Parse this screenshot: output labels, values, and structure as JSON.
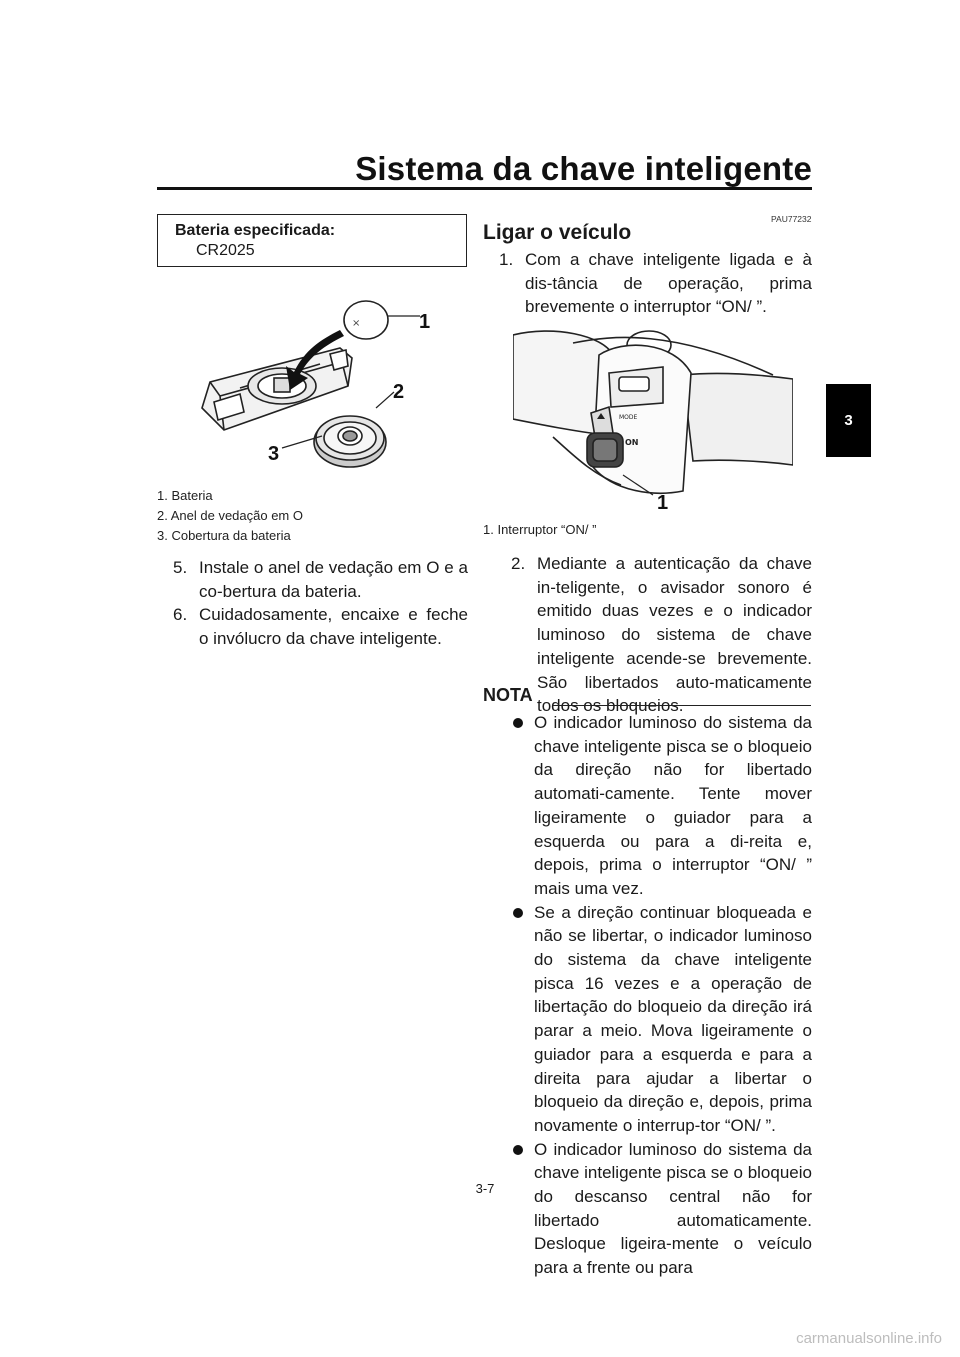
{
  "header": {
    "title": "Sistema da chave inteligente",
    "chapter_tab": "3"
  },
  "spec_box": {
    "label": "Bateria especificada:",
    "value": "CR2025"
  },
  "figure1": {
    "callouts": [
      "1",
      "2",
      "3"
    ],
    "captions": [
      "1.  Bateria",
      "2.  Anel de vedação em O",
      "3.  Cobertura da bateria"
    ]
  },
  "left_steps": [
    {
      "num": "5.",
      "text": "Instale o anel de vedação em O e a co-bertura da bateria."
    },
    {
      "num": "6.",
      "text": "Cuidadosamente, encaixe e feche o invólucro da chave inteligente."
    }
  ],
  "section": {
    "code": "PAU77232",
    "title": "Ligar o veículo",
    "step1": {
      "num": "1.",
      "text": "Com a chave inteligente ligada e à dis-tância de operação, prima brevemente o interruptor “ON/     ”."
    },
    "figure2": {
      "callout": "1",
      "caption": "1.  Interruptor “ON/     ”",
      "switch_labels": {
        "mode": "MODE",
        "on": "ON"
      }
    },
    "step2": {
      "num": "2.",
      "text": "Mediante a autenticação da chave in-teligente, o avisador sonoro é emitido duas vezes e o indicador luminoso do sistema de chave inteligente acende-se brevemente. São libertados auto-maticamente todos os bloqueios."
    }
  },
  "note": {
    "heading": "NOTA",
    "items": [
      "O indicador luminoso do sistema da chave inteligente pisca se o bloqueio da direção não for libertado automati-camente. Tente mover ligeiramente o guiador para a esquerda ou para a di-reita e, depois, prima o interruptor “ON/     ” mais uma vez.",
      "Se a direção continuar bloqueada e não se libertar, o indicador luminoso do sistema da chave inteligente pisca 16 vezes e a operação de libertação do bloqueio da direção irá parar a meio. Mova ligeiramente o guiador para a esquerda e para a direita para ajudar a libertar o bloqueio da direção e, depois, prima novamente o interrup-tor “ON/     ”.",
      "O indicador luminoso do sistema da chave inteligente pisca se o bloqueio do descanso central não for libertado automaticamente. Desloque ligeira-mente o veículo para a frente ou para"
    ]
  },
  "page_number": "3-7",
  "watermark": "carmanualsonline.info"
}
